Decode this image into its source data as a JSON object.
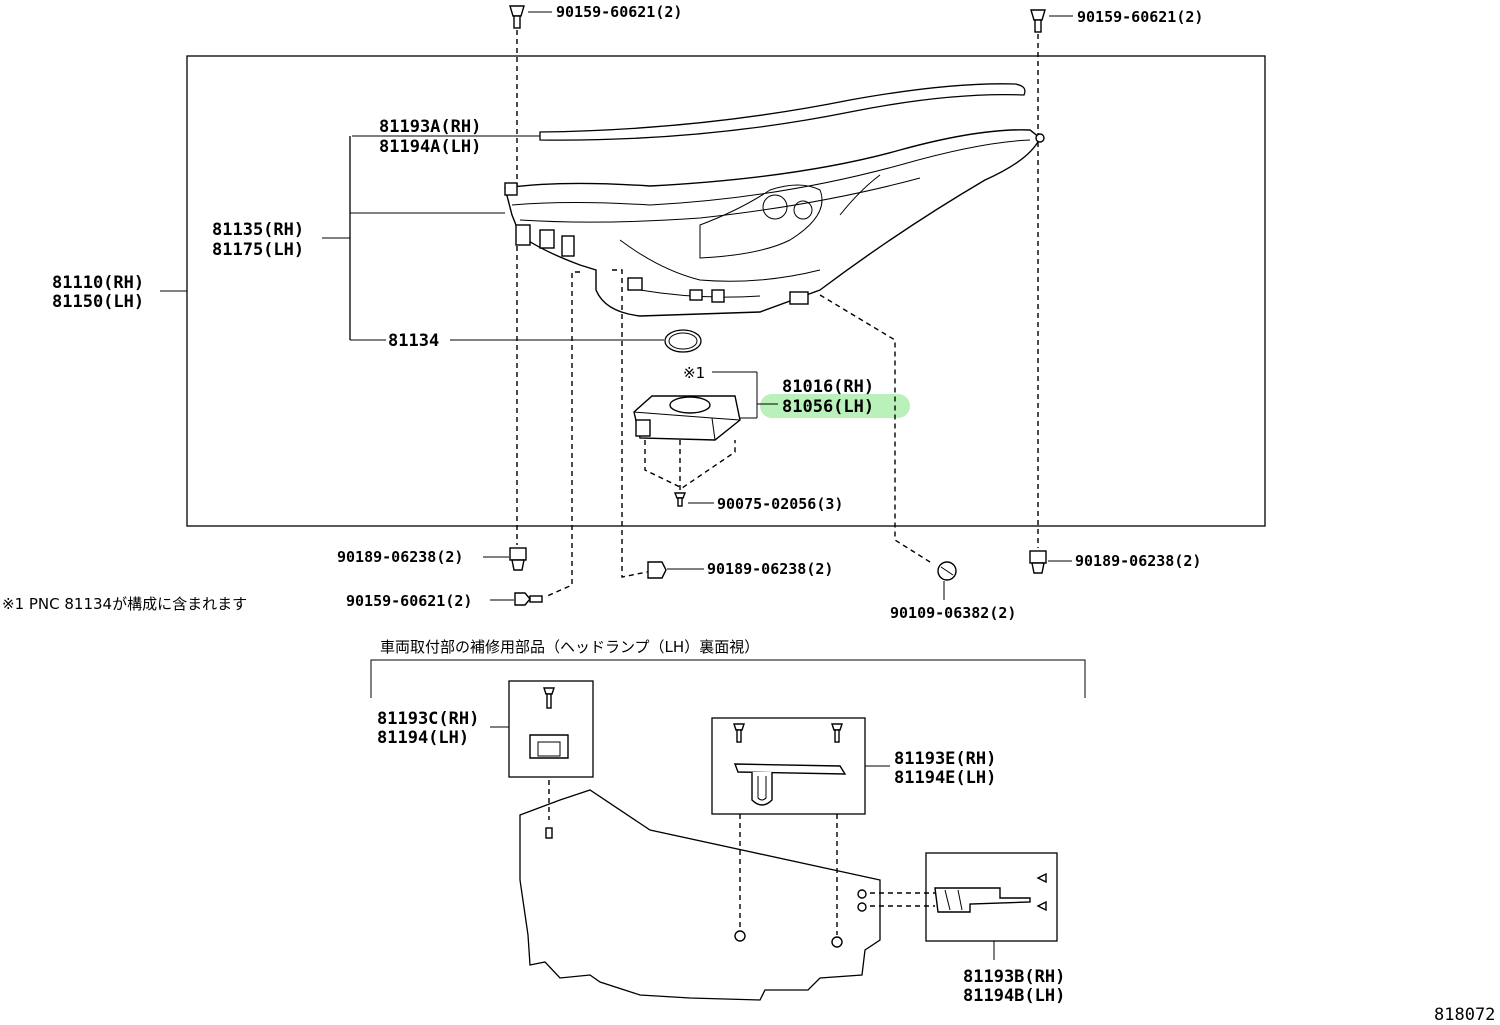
{
  "labels": {
    "fastener_top_left": "90159-60621(2)",
    "fastener_top_right": "90159-60621(2)",
    "lens_rh": "81193A(RH)",
    "lens_lh": "81194A(LH)",
    "housing_rh": "81135(RH)",
    "housing_lh": "81175(LH)",
    "assy_rh": "81110(RH)",
    "assy_lh": "81150(LH)",
    "gasket": "81134",
    "note_mark": "※1",
    "computer_rh": "81016(RH)",
    "computer_lh": "81056(LH)",
    "screw_computer": "90075-02056(3)",
    "nut_left": "90189-06238(2)",
    "nut_middle": "90189-06238(2)",
    "nut_right": "90189-06238(2)",
    "bolt_bottom": "90109-06382(2)",
    "bolt_lower_left": "90159-60621(2)",
    "footnote": "※1 PNC 81134が構成に含まれます",
    "repair_heading": "車両取付部の補修用部品（ヘッドランプ（LH）裏面視）",
    "bracket_c_rh": "81193C(RH)",
    "bracket_c_lh": "81194(LH)",
    "bracket_e_rh": "81193E(RH)",
    "bracket_e_lh": "81194E(LH)",
    "bracket_b_rh": "81193B(RH)",
    "bracket_b_lh": "81194B(LH)",
    "diagram_ref": "818072"
  },
  "colors": {
    "highlight": "#66dd66",
    "line": "#000000"
  }
}
